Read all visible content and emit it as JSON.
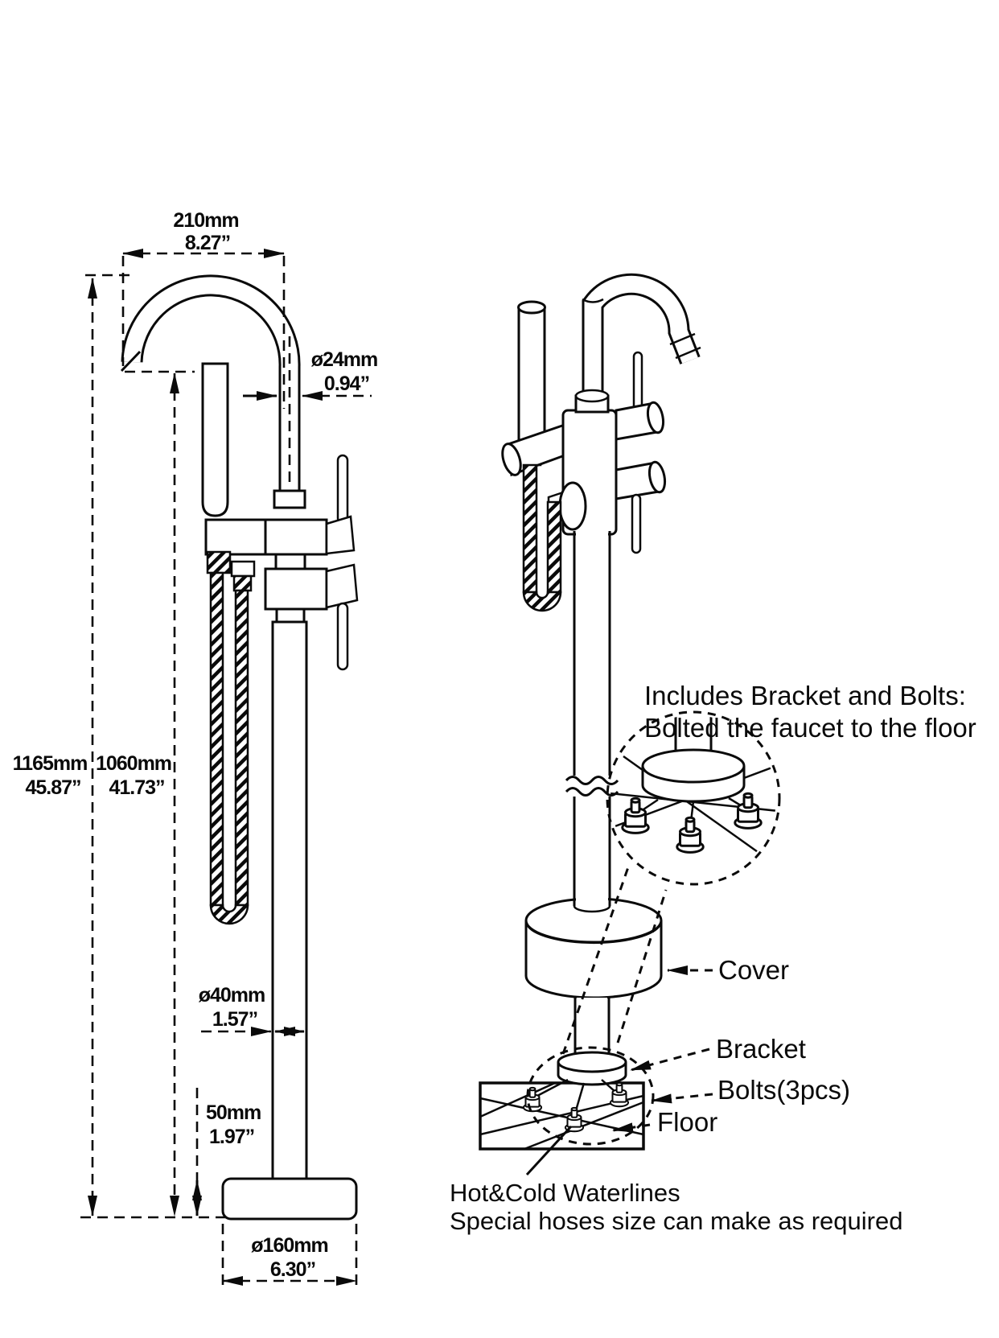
{
  "background": "#ffffff",
  "ink": "#0a0a0a",
  "left_view": {
    "dimensions": {
      "spout_reach": {
        "mm": "210mm",
        "inch": "8.27”"
      },
      "pipe_diameter": {
        "mm": "ø24mm",
        "inch": "0.94”"
      },
      "overall_height": {
        "mm": "1165mm",
        "inch": "45.87”"
      },
      "spout_outlet_height": {
        "mm": "1060mm",
        "inch": "41.73”"
      },
      "column_diameter": {
        "mm": "ø40mm",
        "inch": "1.57”"
      },
      "base_height": {
        "mm": "50mm",
        "inch": "1.97”"
      },
      "base_diameter": {
        "mm": "ø160mm",
        "inch": "6.30”"
      }
    }
  },
  "right_view": {
    "installation_note": {
      "line1": "Includes Bracket and Bolts:",
      "line2": "Bolted the faucet to the floor"
    },
    "callouts": {
      "cover": "Cover",
      "bracket": "Bracket",
      "bolts": "Bolts(3pcs)",
      "floor": "Floor"
    },
    "waterlines_note": {
      "line1": "Hot&Cold Waterlines",
      "line2": "Special hoses size can make as required"
    }
  }
}
